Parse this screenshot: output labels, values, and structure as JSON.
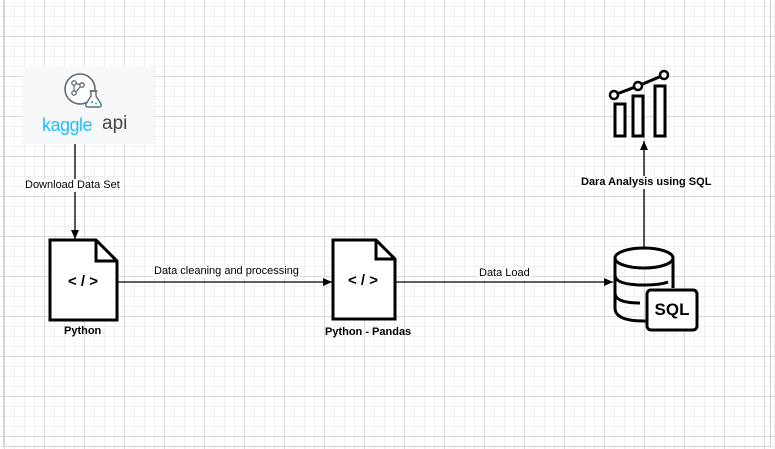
{
  "kaggle": {
    "brand": "kaggle",
    "api": "api",
    "icon": "kaggle-api-icon"
  },
  "nodes": {
    "python": {
      "label": "Python",
      "code": "< / >",
      "icon": "code-file-icon"
    },
    "pandas": {
      "label": "Python - Pandas",
      "code": "< / >",
      "icon": "code-file-icon"
    },
    "database": {
      "badge": "SQL",
      "icon": "sql-database-icon"
    },
    "analytics": {
      "icon": "bar-chart-icon"
    }
  },
  "edges": {
    "download": "Download Data Set",
    "cleaning": "Data cleaning and processing",
    "load": "Data Load",
    "analysis": "Dara Analysis using SQL"
  },
  "colors": {
    "kaggle_blue": "#20beff",
    "stroke": "#000000",
    "grid": "#d9d9d9"
  }
}
